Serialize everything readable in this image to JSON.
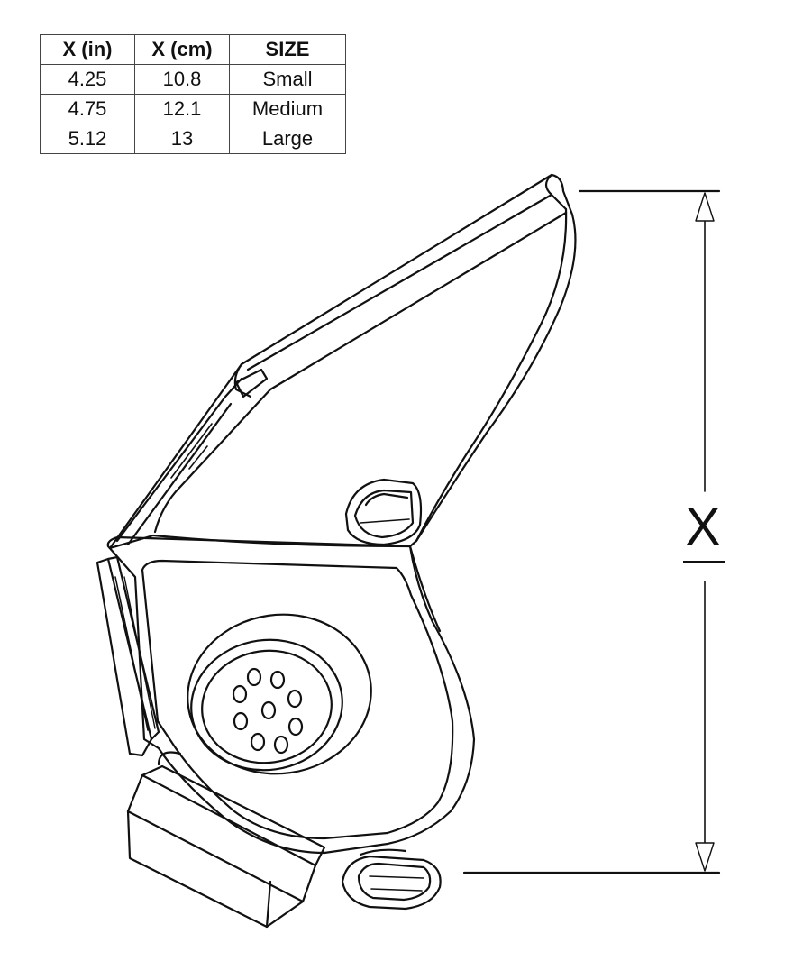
{
  "table": {
    "headers": [
      "X (in)",
      "X (cm)",
      "SIZE"
    ],
    "rows": [
      {
        "in": "4.25",
        "cm": "10.8",
        "size": "Small"
      },
      {
        "in": "4.75",
        "cm": "12.1",
        "size": "Medium"
      },
      {
        "in": "5.12",
        "cm": "13",
        "size": "Large"
      }
    ]
  },
  "dimension": {
    "label": "X"
  }
}
